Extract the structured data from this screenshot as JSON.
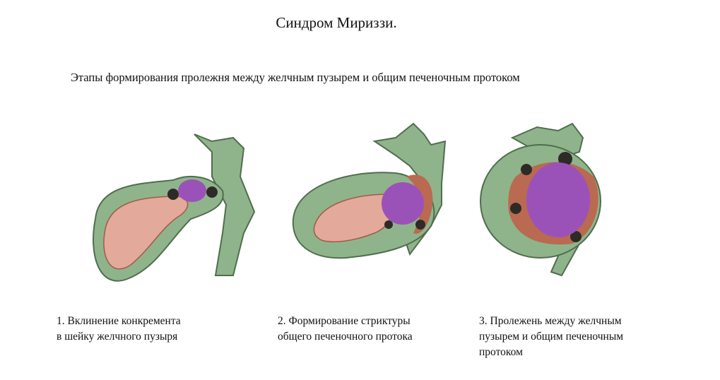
{
  "title": "Синдром Мириззи.",
  "subtitle": "Этапы формирования пролежня между желчным пузырем и общим печеночным протоком",
  "stages": [
    {
      "line1": "1. Вклинение конкремента",
      "line2": "в шейку желчного пузыря",
      "line3": ""
    },
    {
      "line1": "2. Формирование стриктуры",
      "line2": "общего печеночного протока",
      "line3": ""
    },
    {
      "line1": "3. Пролежень между желчным",
      "line2": "пузырем и общим печеночным",
      "line3": "протоком"
    }
  ],
  "colors": {
    "wall": "#8fb48c",
    "lumen": "#e3a99a",
    "stone": "#9b52b8",
    "dark": "#2e2a28"
  }
}
